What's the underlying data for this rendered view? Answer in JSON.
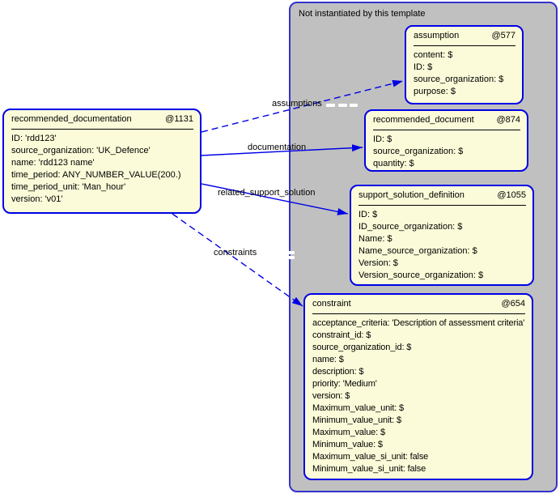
{
  "diagram": {
    "container": {
      "title": "Not instantiated by this template"
    },
    "source": {
      "title": "recommended_documentation",
      "id": "@1131",
      "attrs": [
        "ID: 'rdd123'",
        "source_organization: 'UK_Defence'",
        "name: 'rdd123 name'",
        "time_period: ANY_NUMBER_VALUE(200.)",
        "time_period_unit: 'Man_hour'",
        "version: 'v01'"
      ]
    },
    "targets": [
      {
        "title": "assumption",
        "id": "@577",
        "attrs": [
          "content: $",
          "ID: $",
          "source_organization: $",
          "purpose: $"
        ]
      },
      {
        "title": "recommended_document",
        "id": "@874",
        "attrs": [
          "ID: $",
          "source_organization: $",
          "quantity: $"
        ]
      },
      {
        "title": "support_solution_definition",
        "id": "@1055",
        "attrs": [
          "ID: $",
          "ID_source_organization: $",
          "Name: $",
          "Name_source_organization: $",
          "Version: $",
          "Version_source_organization: $"
        ]
      },
      {
        "title": "constraint",
        "id": "@654",
        "attrs": [
          "acceptance_criteria: 'Description of assessment criteria'",
          "constraint_id: $",
          "source_organization_id: $",
          "name: $",
          "description: $",
          "priority: 'Medium'",
          "version: $",
          "Maximum_value_unit: $",
          "Minimum_value_unit: $",
          "Maximum_value: $",
          "Minimum_value: $",
          "Maximum_value_si_unit: false",
          "Minimum_value_si_unit: false"
        ]
      }
    ],
    "relations": [
      {
        "label": "assumptions",
        "style": "dashed"
      },
      {
        "label": "documentation",
        "style": "solid"
      },
      {
        "label": "related_support_solution",
        "style": "solid"
      },
      {
        "label": "constraints",
        "style": "dashed"
      }
    ],
    "icons": {
      "selection_marks": "selection-highlight-dashes"
    },
    "colors": {
      "entity_fill": "#FBFBD9",
      "entity_border": "#0000E6",
      "container_fill": "#C0C0C0",
      "container_border": "#3333CC",
      "text": "#000000"
    }
  }
}
